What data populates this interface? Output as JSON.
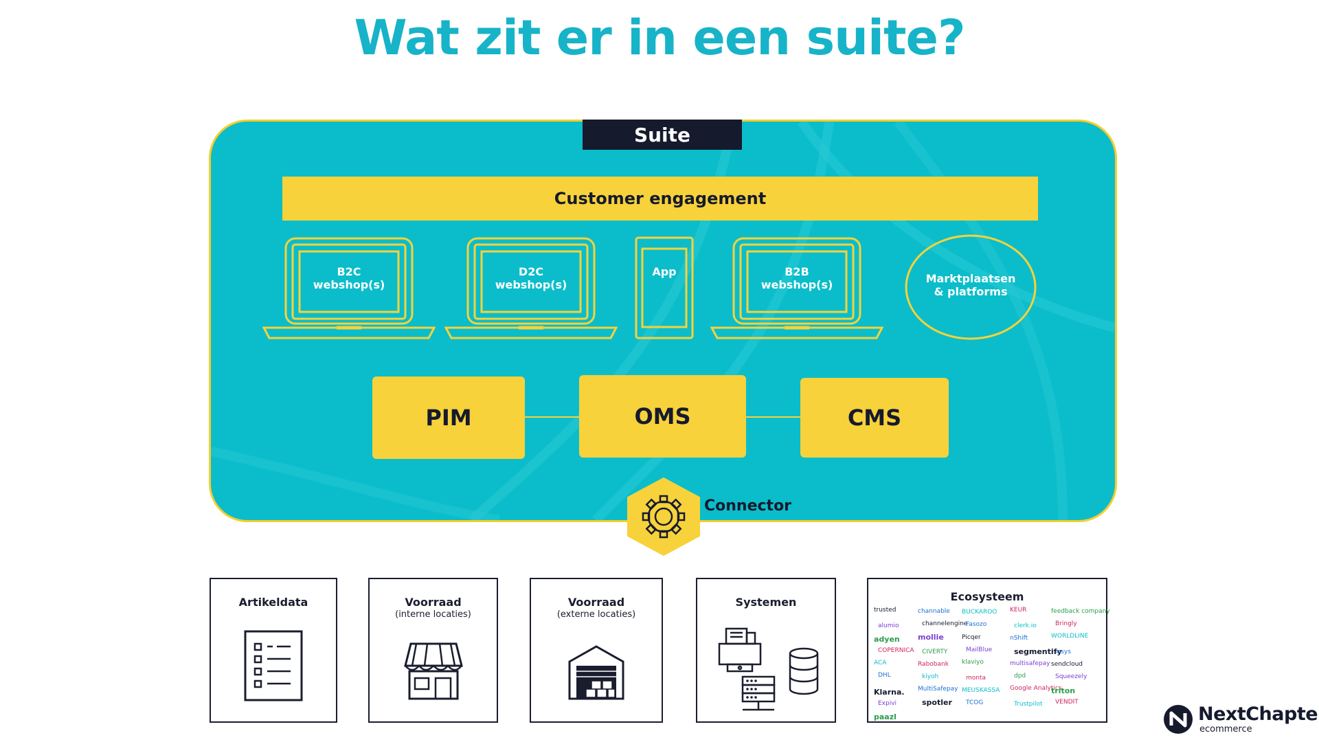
{
  "title": "Wat zit er in een suite?",
  "suite": {
    "label": "Suite",
    "engagement_label": "Customer engagement",
    "channels": [
      {
        "label": "B2C\nwebshop(s)",
        "icon": "laptop-icon"
      },
      {
        "label": "D2C\nwebshop(s)",
        "icon": "laptop-icon"
      },
      {
        "label": "App",
        "icon": "phone-icon"
      },
      {
        "label": "B2B\nwebshop(s)",
        "icon": "laptop-icon"
      },
      {
        "label": "Marktplaatsen\n& platforms",
        "icon": "ellipse-shape"
      }
    ],
    "modules": [
      "PIM",
      "OMS",
      "CMS"
    ],
    "connector_label": "Connector"
  },
  "sources": [
    {
      "title": "Artikeldata",
      "subtitle": "",
      "icon": "checklist-icon"
    },
    {
      "title": "Voorraad",
      "subtitle": "(interne locaties)",
      "icon": "store-icon"
    },
    {
      "title": "Voorraad",
      "subtitle": "(externe locaties)",
      "icon": "warehouse-icon"
    },
    {
      "title": "Systemen",
      "subtitle": "",
      "icon": "systems-icon"
    },
    {
      "title": "Ecosysteem",
      "subtitle": "",
      "icon": "partner-logos"
    }
  ],
  "ecosystem_logos": [
    "trusted",
    "channable",
    "BUCKAROO",
    "KEUR",
    "feedback company",
    "alumio",
    "channelengine",
    "Fasozo",
    "clerk.io",
    "Bringly",
    "adyen",
    "mollie",
    "Picqer",
    "nShift",
    "WORLDLINE",
    "COPERNICA",
    "CIVERTY",
    "MailBlue",
    "segmentify",
    "insys",
    "ACA",
    "Rabobank",
    "klaviyo",
    "multisafepay",
    "sendcloud",
    "DHL",
    "kiyoh",
    "monta",
    "dpd",
    "Squeezely",
    "Klarna.",
    "MultiSafepay",
    "MEUSKASSA",
    "Google Analytics",
    "triton",
    "Expivi",
    "spotler",
    "TCOG",
    "Trustpilot",
    "VENDIT",
    "paazl"
  ],
  "brand": {
    "name": "NextChapter",
    "sub": "ecommerce"
  },
  "colors": {
    "title": "#17b3c8",
    "suite_bg": "#0bbdca",
    "accent_yellow": "#f7d23a",
    "dark": "#161a2d"
  }
}
